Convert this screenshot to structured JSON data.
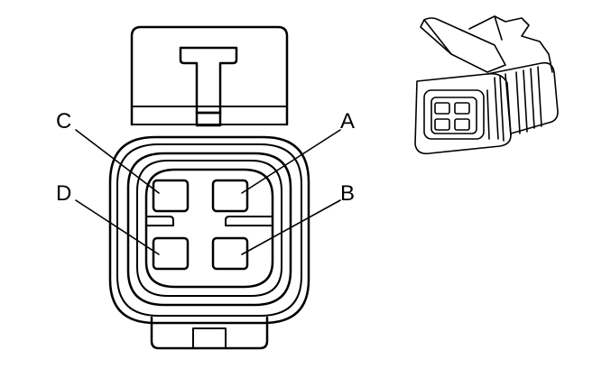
{
  "diagram": {
    "front_view": {
      "pin_labels": {
        "a": "A",
        "b": "B",
        "c": "C",
        "d": "D"
      }
    },
    "colors": {
      "line": "#000000",
      "background": "#ffffff"
    }
  }
}
